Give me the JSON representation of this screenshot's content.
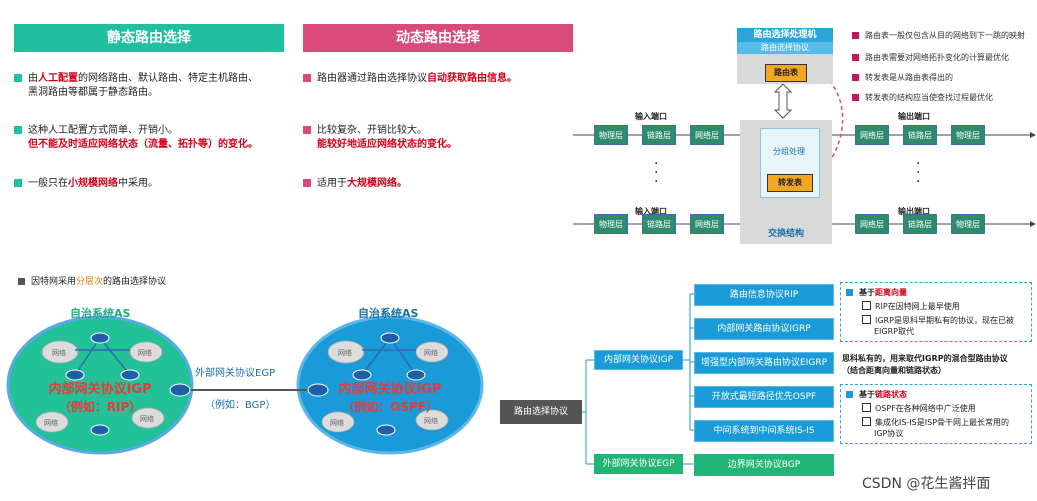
{
  "static": {
    "header": "静态路由选择",
    "b1_pre": "由",
    "b1_red": "人工配置",
    "b1_post": "的网络路由、默认路由、特定主机路由、",
    "b1_line2": "黑洞路由等都属于静态路由。",
    "b2_line1": "这种人工配置方式简单、开销小。",
    "b2_red": "但不能及时适应网络状态（流量、拓扑等）的变化。",
    "b3_pre": "一般只在",
    "b3_red": "小规模网络",
    "b3_post": "中采用。"
  },
  "dynamic": {
    "header": "动态路由选择",
    "b1_pre": "路由器通过路由选择协议",
    "b1_red": "自动获取路由信息。",
    "b2_line1": "比较复杂、开销比较大。",
    "b2_red": "能较好地适应网络状态的变化。",
    "b3_pre": "适用于",
    "b3_red": "大规模网络。"
  },
  "router": {
    "processor_title": "路由选择处理机",
    "processor_sub": "路由选择协议",
    "routing_table": "路由表",
    "forward_process": "分组处理",
    "forward_table": "转发表",
    "switch_fabric": "交换结构",
    "input_port_1": "输入端口",
    "input_port_2": "输入端口",
    "output_port_1": "输出端口",
    "output_port_2": "输出端口",
    "physical": "物理层",
    "link": "链路层",
    "network": "网络层",
    "notes": [
      "路由表一般仅包含从目的网络到下一跳的映射",
      "路由表需要对网络拓扑变化的计算最优化",
      "转发表是从路由表得出的",
      "转发表的结构应当使查找过程最优化"
    ]
  },
  "hier": {
    "title_pre": "因特网采用",
    "title_red": "分层次",
    "title_post": "的路由选择协议",
    "as_left": "自治系统AS",
    "as_right": "自治系统AS",
    "igp_left": "内部网关协议IGP",
    "igp_left_eg": "（例如：RIP）",
    "igp_right": "内部网关协议IGP",
    "igp_right_eg": "（例如：OSPF）",
    "egp": "外部网关协议EGP",
    "egp_eg": "（例如：BGP）",
    "cloud": "网络"
  },
  "tree": {
    "root": "路由选择协议",
    "igp": "内部网关协议IGP",
    "egp": "外部网关协议EGP",
    "rip": "路由信息协议RIP",
    "igrp": "内部网关路由协议IGRP",
    "eigrp": "增强型内部网关路由协议EIGRP",
    "ospf": "开放式最短路径优先OSPF",
    "isis": "中间系统到中间系统IS-IS",
    "bgp": "边界网关协议BGP",
    "dv_pre": "基于",
    "dv_red": "距离向量",
    "dv_1": "RIP在因特网上最早使用",
    "dv_2a": "IGRP是思科早期私有的协议，现在已被",
    "dv_2b": "EIGRP取代",
    "eigrp_1": "思科私有的，用来取代IGRP的混合型路由协议",
    "eigrp_2": "（结合距离向量和链路状态）",
    "ls_pre": "基于",
    "ls_red": "链路状态",
    "ls_1": "OSPF在各种网络中广泛使用",
    "ls_2a": "集成化IS-IS是ISP骨干网上最长常用的",
    "ls_2b": "IGP协议"
  },
  "watermark": "CSDN @花生酱拌面",
  "colors": {
    "static": "#1fbf9f",
    "dynamic": "#d84b7a",
    "blue": "#1a9bd7",
    "green": "#20b477",
    "red": "#d0021b"
  }
}
